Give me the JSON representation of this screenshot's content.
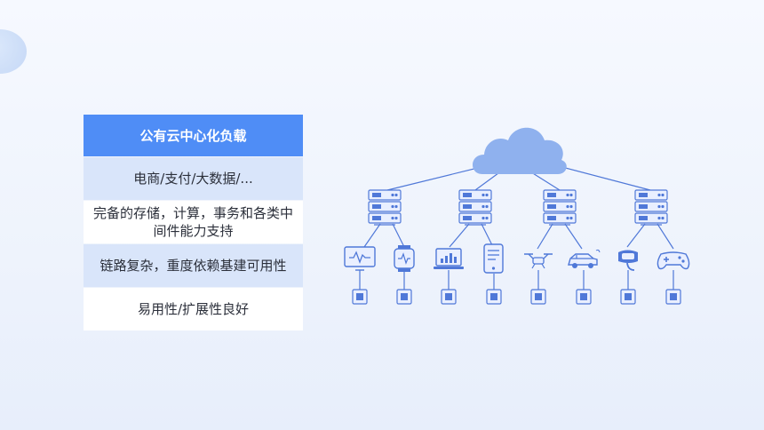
{
  "panel": {
    "header": "公有云中心化负载",
    "rows": [
      "电商/支付/大数据/...",
      "完备的存储，计算，事务和各类中间件能力支持",
      "链路复杂，重度依赖基建可用性",
      "易用性/扩展性良好"
    ]
  },
  "colors": {
    "accent": "#4f8df6",
    "row_alt": "#d9e5fa",
    "line": "#4f78d8",
    "cloud": "#8fb1ee",
    "server_body": "#e9efff"
  },
  "icons": {
    "cloud": "cloud-icon",
    "server": "server-rack-icon",
    "devices": [
      "monitor-icon",
      "smartwatch-icon",
      "laptop-icon",
      "tablet-icon",
      "drone-icon",
      "car-icon",
      "vr-headset-icon",
      "gamepad-icon"
    ],
    "chip": "chip-icon"
  }
}
